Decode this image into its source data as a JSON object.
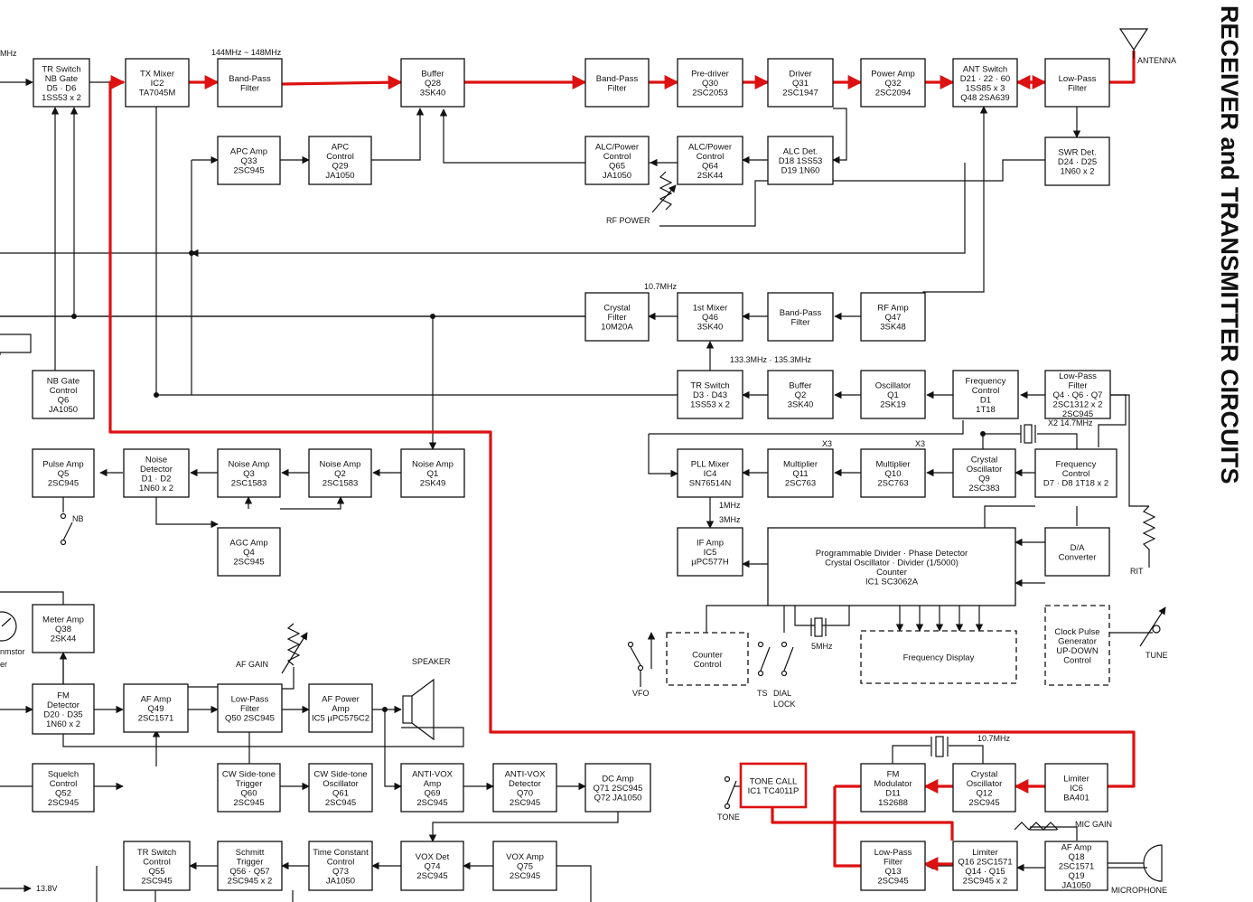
{
  "title": "RECEIVER and TRANSMITTER CIRCUITS",
  "colors": {
    "signal_path": "#dd1111",
    "ink": "#111111"
  },
  "blocks": [
    {
      "name": "tr-switch-nb-gate",
      "lines": [
        "TR Switch",
        "NB Gate",
        "D5 · D6",
        "1SS53 x 2"
      ]
    },
    {
      "name": "tx-mixer",
      "lines": [
        "TX Mixer",
        "IC2",
        "TA7045M"
      ]
    },
    {
      "name": "band-pass-filter-tx",
      "lines": [
        "Band-Pass",
        "Filter"
      ]
    },
    {
      "name": "buffer-q28",
      "lines": [
        "Buffer",
        "Q28",
        "3SK40"
      ]
    },
    {
      "name": "band-pass-filter-2",
      "lines": [
        "Band-Pass",
        "Filter"
      ]
    },
    {
      "name": "pre-driver-q30",
      "lines": [
        "Pre-driver",
        "Q30",
        "2SC2053"
      ]
    },
    {
      "name": "driver-q31",
      "lines": [
        "Driver",
        "Q31",
        "2SC1947"
      ]
    },
    {
      "name": "power-amp-q32",
      "lines": [
        "Power Amp",
        "Q32",
        "2SC2094"
      ]
    },
    {
      "name": "ant-switch",
      "lines": [
        "ANT Switch",
        "D21 · 22 · 60",
        "1SS85 x 3",
        "Q48 2SA639"
      ]
    },
    {
      "name": "low-pass-filter-ant",
      "lines": [
        "Low-Pass",
        "Filter"
      ]
    },
    {
      "name": "apc-amp-q33",
      "lines": [
        "APC Amp",
        "Q33",
        "2SC945"
      ]
    },
    {
      "name": "apc-control-q29",
      "lines": [
        "APC",
        "Control",
        "Q29",
        "JA1050"
      ]
    },
    {
      "name": "alc-power-control-q65",
      "lines": [
        "ALC/Power",
        "Control",
        "Q65",
        "JA1050"
      ]
    },
    {
      "name": "alc-power-control-q64",
      "lines": [
        "ALC/Power",
        "Control",
        "Q64",
        "2SK44"
      ]
    },
    {
      "name": "alc-det",
      "lines": [
        "ALC Det.",
        "D18 1SS53",
        "D19 1N60"
      ]
    },
    {
      "name": "swr-det",
      "lines": [
        "SWR Det.",
        "D24 · D25",
        "1N60 x 2"
      ]
    },
    {
      "name": "crystal-filter",
      "lines": [
        "Crystal",
        "Filter",
        "10M20A"
      ]
    },
    {
      "name": "first-mixer-q46",
      "lines": [
        "1st Mixer",
        "Q46",
        "3SK40"
      ]
    },
    {
      "name": "band-pass-filter-rx",
      "lines": [
        "Band-Pass",
        "Filter"
      ]
    },
    {
      "name": "rf-amp-q47",
      "lines": [
        "RF Amp",
        "Q47",
        "3SK48"
      ]
    },
    {
      "name": "nb-gate-control-q6",
      "lines": [
        "NB Gate",
        "Control",
        "Q6",
        "JA1050"
      ]
    },
    {
      "name": "tr-switch-d3",
      "lines": [
        "TR Switch",
        "D3 · D43",
        "1SS53 x 2"
      ]
    },
    {
      "name": "buffer-q2",
      "lines": [
        "Buffer",
        "Q2",
        "3SK40"
      ]
    },
    {
      "name": "oscillator-q1",
      "lines": [
        "Oscillator",
        "Q1",
        "2SK19"
      ]
    },
    {
      "name": "frequency-control-d1",
      "lines": [
        "Frequency",
        "Control",
        "D1",
        "1T18"
      ]
    },
    {
      "name": "low-pass-filter-q4",
      "lines": [
        "Low-Pass",
        "Filter",
        "Q4 · Q6 · Q7",
        "2SC1312 x 2",
        "2SC945"
      ]
    },
    {
      "name": "pulse-amp-q5",
      "lines": [
        "Pulse Amp",
        "Q5",
        "2SC945"
      ]
    },
    {
      "name": "noise-detector",
      "lines": [
        "Noise",
        "Detector",
        "D1 · D2",
        "1N60 x 2"
      ]
    },
    {
      "name": "noise-amp-q3",
      "lines": [
        "Noise Amp",
        "Q3",
        "2SC1583"
      ]
    },
    {
      "name": "noise-amp-q2",
      "lines": [
        "Noise Amp",
        "Q2",
        "2SC1583"
      ]
    },
    {
      "name": "noise-amp-q1",
      "lines": [
        "Noise Amp",
        "Q1",
        "2SK49"
      ]
    },
    {
      "name": "pll-mixer-ic4",
      "lines": [
        "PLL Mixer",
        "IC4",
        "SN76514N"
      ]
    },
    {
      "name": "multiplier-q11",
      "lines": [
        "Multiplier",
        "Q11",
        "2SC763"
      ]
    },
    {
      "name": "multiplier-q10",
      "lines": [
        "Multiplier",
        "Q10",
        "2SC763"
      ]
    },
    {
      "name": "crystal-oscillator-q9",
      "lines": [
        "Crystal",
        "Oscillator",
        "Q9",
        "2SC383"
      ]
    },
    {
      "name": "frequency-control-d7",
      "lines": [
        "Frequency",
        "Control",
        "D7 · D8 1T18 x 2"
      ]
    },
    {
      "name": "agc-amp-q4",
      "lines": [
        "AGC Amp",
        "Q4",
        "2SC945"
      ]
    },
    {
      "name": "if-amp-ic5",
      "lines": [
        "IF Amp",
        "IC5",
        "µPC577H"
      ]
    },
    {
      "name": "programmable-divider-ic1",
      "lines": [
        "Programmable Divider · Phase Detector",
        "Crystal Oscillator · Divider (1/5000)",
        "Counter",
        "IC1 SC3062A"
      ]
    },
    {
      "name": "da-converter",
      "lines": [
        "D/A",
        "Converter"
      ]
    },
    {
      "name": "meter-amp-q38",
      "lines": [
        "Meter Amp",
        "Q38",
        "2SK44"
      ]
    },
    {
      "name": "counter-control",
      "lines": [
        "Counter",
        "Control"
      ]
    },
    {
      "name": "frequency-display",
      "lines": [
        "Frequency Display"
      ]
    },
    {
      "name": "clock-pulse-generator",
      "lines": [
        "Clock Pulse",
        "Generator",
        "UP-DOWN",
        "Control"
      ]
    },
    {
      "name": "fm-detector",
      "lines": [
        "FM",
        "Detector",
        "D20 · D35",
        "1N60 x 2"
      ]
    },
    {
      "name": "af-amp-q49",
      "lines": [
        "AF Amp",
        "Q49",
        "2SC1571"
      ]
    },
    {
      "name": "low-pass-filter-q50",
      "lines": [
        "Low-Pass",
        "Filter",
        "Q50 2SC945"
      ]
    },
    {
      "name": "af-power-amp",
      "lines": [
        "AF Power",
        "Amp",
        "IC5 µPC575C2"
      ]
    },
    {
      "name": "squelch-control-q52",
      "lines": [
        "Squelch",
        "Control",
        "Q52",
        "2SC945"
      ]
    },
    {
      "name": "cw-sidetone-trigger-q60",
      "lines": [
        "CW Side-tone",
        "Trigger",
        "Q60",
        "2SC945"
      ]
    },
    {
      "name": "cw-sidetone-oscillator-q61",
      "lines": [
        "CW Side-tone",
        "Oscillator",
        "Q61",
        "2SC945"
      ]
    },
    {
      "name": "anti-vox-amp-q69",
      "lines": [
        "ANTI-VOX",
        "Amp",
        "Q69",
        "2SC945"
      ]
    },
    {
      "name": "anti-vox-detector-q70",
      "lines": [
        "ANTI-VOX",
        "Detector",
        "Q70",
        "2SC945"
      ]
    },
    {
      "name": "dc-amp-q71",
      "lines": [
        "DC Amp",
        "Q71 2SC945",
        "Q72 JA1050"
      ]
    },
    {
      "name": "tone-call-ic1",
      "lines": [
        "TONE CALL",
        "IC1 TC4011P"
      ]
    },
    {
      "name": "fm-modulator-d11",
      "lines": [
        "FM",
        "Modulator",
        "D11",
        "1S2688"
      ]
    },
    {
      "name": "crystal-oscillator-q12",
      "lines": [
        "Crystal",
        "Oscillator",
        "Q12",
        "2SC945"
      ]
    },
    {
      "name": "limiter-ic6",
      "lines": [
        "Limiter",
        "IC6",
        "BA401"
      ]
    },
    {
      "name": "tr-switch-control-q55",
      "lines": [
        "TR Switch",
        "Control",
        "Q55",
        "2SC945"
      ]
    },
    {
      "name": "schmitt-trigger-q56",
      "lines": [
        "Schmitt",
        "Trigger",
        "Q56 · Q57",
        "2SC945 x 2"
      ]
    },
    {
      "name": "time-constant-control-q73",
      "lines": [
        "Time Constant",
        "Control",
        "Q73",
        "JA1050"
      ]
    },
    {
      "name": "vox-det-q74",
      "lines": [
        "VOX Det",
        "Q74",
        "2SC945"
      ]
    },
    {
      "name": "vox-amp-q75",
      "lines": [
        "VOX Amp",
        "Q75",
        "2SC945"
      ]
    },
    {
      "name": "low-pass-filter-q13",
      "lines": [
        "Low-Pass",
        "Filter",
        "Q13",
        "2SC945"
      ]
    },
    {
      "name": "limiter-q16",
      "lines": [
        "Limiter",
        "Q16 2SC1571",
        "Q14 · Q15",
        "2SC945 x 2"
      ]
    },
    {
      "name": "af-amp-q18",
      "lines": [
        "AF Amp",
        "Q18",
        "2SC1571",
        "Q19",
        "JA1050"
      ]
    }
  ],
  "labels": {
    "freq_144_148": "144MHz ~ 148MHz",
    "antenna": "ANTENNA",
    "rf_power": "RF POWER",
    "if_10_7_top": "10.7MHz",
    "freq_133_135": "133.3MHz · 135.3MHz",
    "x2_14_7": "X2 14.7MHz",
    "x3_a": "X3",
    "x3_b": "X3",
    "nb": "NB",
    "mhz_1": "1MHz",
    "mhz_3": "3MHz",
    "rit": "RIT",
    "mhz_5": "5MHz",
    "tune": "TUNE",
    "vfo": "VFO",
    "ts": "TS",
    "dial": "DIAL",
    "lock": "LOCK",
    "af_gain": "AF GAIN",
    "speaker": "SPEAKER",
    "if_10_7_bottom": "10.7MHz",
    "tone": "TONE",
    "mic_gain": "MIC GAIN",
    "microphone": "MICROPHONE",
    "v13_8": "13.8V",
    "edge_mhz": "MHz",
    "edge_nmstor": "nmstor",
    "edge_er": "er"
  }
}
